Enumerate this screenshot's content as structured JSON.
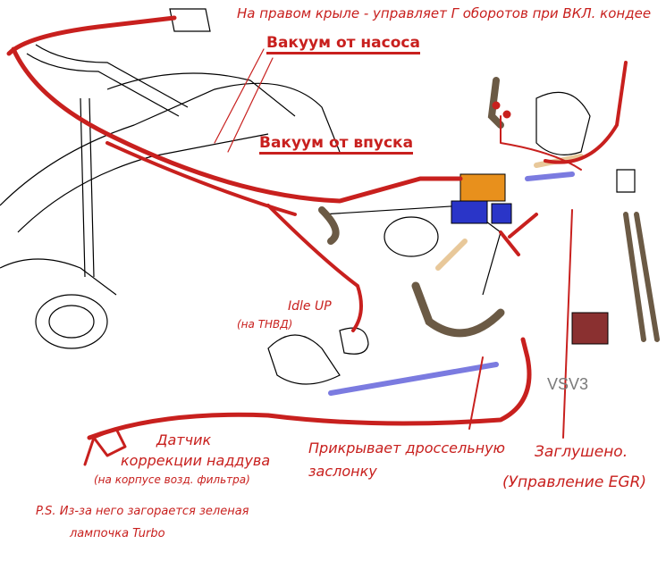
{
  "colors": {
    "annotation": "#c8201e",
    "hose_blue": "#7b7be0",
    "valve_orange": "#e8901c",
    "valve_blue": "#2a35c8",
    "hose_tan": "#e8c89a",
    "hose_dark": "#6b5a45",
    "label_gray": "#7a7a7a"
  },
  "labels": {
    "top_note": "На правом крыле - управляет Г оборотов при ВКЛ. кондее",
    "vacuum_pump": "Вакуум от насоса",
    "vacuum_intake": "Вакуум от впуска",
    "idle_up": "Idle UP",
    "idle_up_location": "(на ТНВД)",
    "vsv3": "VSV3",
    "boost_sensor_1": "Датчик",
    "boost_sensor_2": "коррекции наддува",
    "boost_sensor_location": "(на корпусе возд. фильтра)",
    "ps_line1": "P.S. Из-за него загорается зеленая",
    "ps_line2": "лампочка Turbo",
    "throttle_1": "Прикрывает дроссельную",
    "throttle_2": "заслонку",
    "plugged": "Заглушено.",
    "egr_control": "(Управление EGR)"
  }
}
